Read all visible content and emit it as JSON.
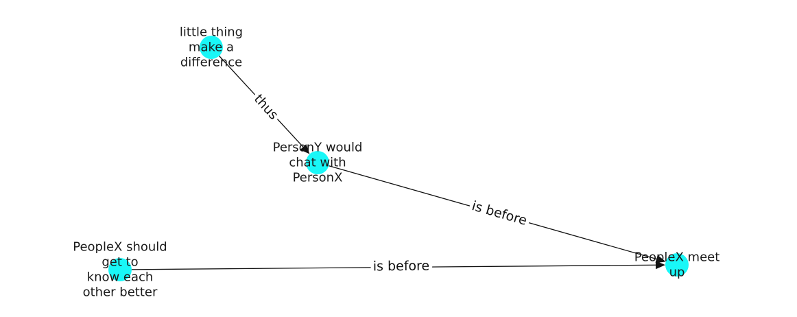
{
  "diagram": {
    "node_color": "#19f7f7",
    "nodes": [
      {
        "id": "n1",
        "lines": [
          "little thing",
          "make a",
          "difference"
        ]
      },
      {
        "id": "n2",
        "lines": [
          "PersonY would",
          "chat with",
          "PersonX"
        ]
      },
      {
        "id": "n3",
        "lines": [
          "PeopleX should",
          "get to",
          "know each",
          "other better"
        ]
      },
      {
        "id": "n4",
        "lines": [
          "PeopleX meet",
          "up"
        ]
      }
    ],
    "edges": [
      {
        "id": "e1",
        "from": "n1",
        "to": "n2",
        "label": "thus"
      },
      {
        "id": "e2",
        "from": "n2",
        "to": "n4",
        "label": "is before"
      },
      {
        "id": "e3",
        "from": "n3",
        "to": "n4",
        "label": "is before"
      }
    ]
  }
}
